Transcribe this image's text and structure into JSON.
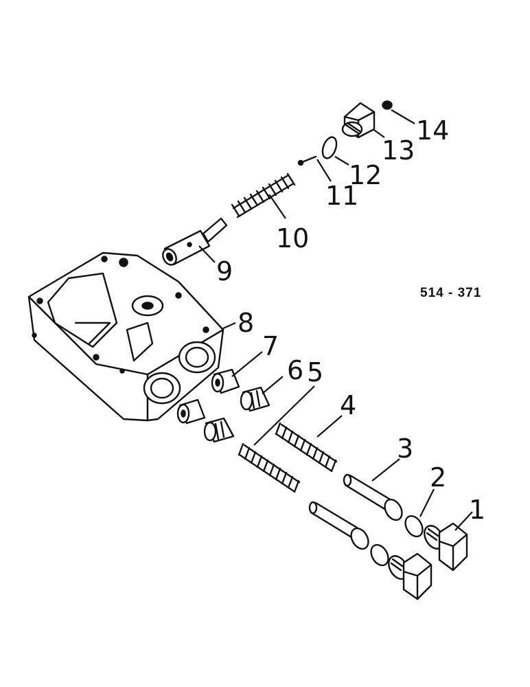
{
  "drawing_ref": "514 - 371",
  "callouts": [
    {
      "id": "1",
      "text": "1"
    },
    {
      "id": "2",
      "text": "2"
    },
    {
      "id": "3",
      "text": "3"
    },
    {
      "id": "4",
      "text": "4"
    },
    {
      "id": "5",
      "text": "5"
    },
    {
      "id": "6",
      "text": "6"
    },
    {
      "id": "7",
      "text": "7"
    },
    {
      "id": "8",
      "text": "8"
    },
    {
      "id": "9",
      "text": "9"
    },
    {
      "id": "10",
      "text": "10"
    },
    {
      "id": "11",
      "text": "11"
    },
    {
      "id": "12",
      "text": "12"
    },
    {
      "id": "13",
      "text": "13"
    },
    {
      "id": "14",
      "text": "14"
    }
  ]
}
